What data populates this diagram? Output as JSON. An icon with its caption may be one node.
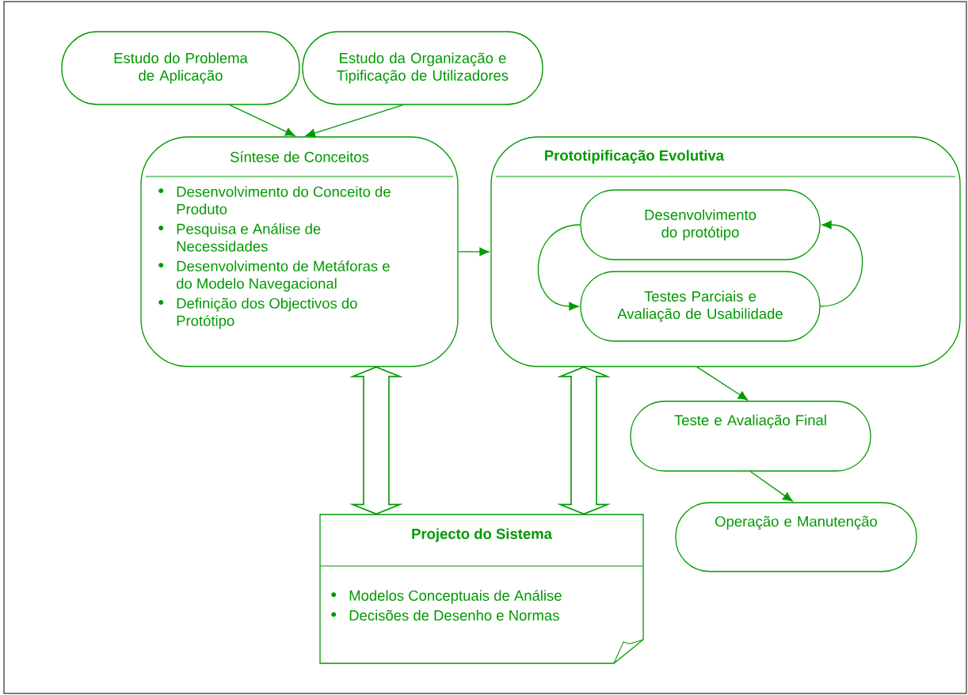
{
  "diagram": {
    "nodes": [
      {
        "text": [
          "Estudo do Problema de Aplicação"
        ]
      },
      {
        "text": [
          "Estudo da Organização e Tipificação de Utilizadores"
        ]
      },
      {
        "text": [
          "Síntese de Conceitos",
          "Desenvolvimento do Conceito de Produto",
          "Pesquisa e Análise de Necessidades",
          "Desenvolvimento de Metáforas e do Modelo Navegacional",
          "Definição dos Objectivos do Protótipo"
        ]
      },
      {
        "text": [
          "Prototipificação Evolutiva"
        ]
      },
      {
        "text": [
          "Desenvolvimento do protótipo"
        ],
        "in": 3
      },
      {
        "text": [
          "Testes Parciais e Avaliação de Usabilidade"
        ],
        "in": 3
      },
      {
        "text": [
          "Teste e Avaliação Final"
        ]
      },
      {
        "text": [
          "Operação e Manutenção"
        ]
      },
      {
        "text": [
          "Projecto do Sistema",
          "Modelos Conceptuais de Análise",
          "Decisões de Desenho e Normas"
        ]
      }
    ],
    "edges": [
      {
        "from": 0,
        "to": 2,
        "arrow": "to"
      },
      {
        "from": 1,
        "to": 2,
        "arrow": "to"
      },
      {
        "from": 2,
        "to": 3,
        "arrow": "to"
      },
      {
        "from": 4,
        "to": 5,
        "arrow": "to"
      },
      {
        "from": 5,
        "to": 4,
        "arrow": "to"
      },
      {
        "from": 3,
        "to": 6,
        "arrow": "to"
      },
      {
        "from": 6,
        "to": 7,
        "arrow": "to"
      },
      {
        "from": 2,
        "to": 8,
        "arrow": "both",
        "style": "thick"
      },
      {
        "from": 3,
        "to": 8,
        "arrow": "both",
        "style": "thick"
      }
    ]
  }
}
